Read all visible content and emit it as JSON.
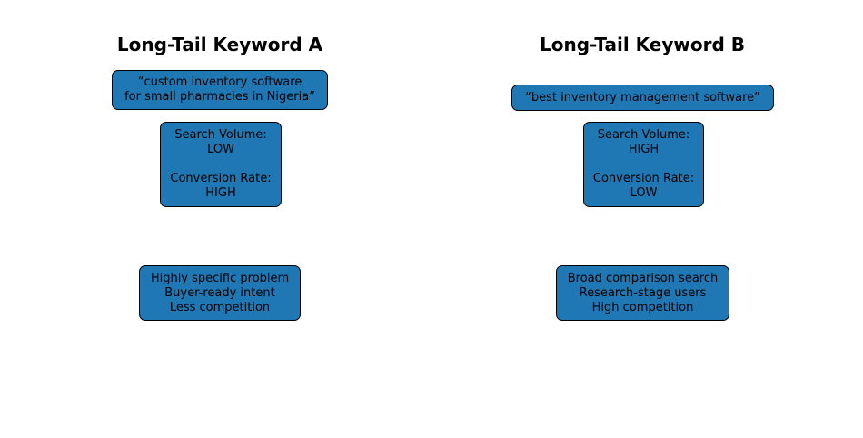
{
  "diagram": {
    "background_color": "#ffffff",
    "box_fill_color": "#1f77b4",
    "box_border_color": "#000000",
    "text_color": "#000000",
    "columns": [
      {
        "title": "Long-Tail Keyword A",
        "keyword": "“custom inventory software\nfor small pharmacies in Nigeria”",
        "metrics": "Search Volume:\nLOW\n\nConversion Rate:\nHIGH",
        "traits": "Highly specific problem\nBuyer-ready intent\nLess competition"
      },
      {
        "title": "Long-Tail Keyword B",
        "keyword": "“best inventory management software”",
        "metrics": "Search Volume:\nHIGH\n\nConversion Rate:\nLOW",
        "traits": "Broad comparison search\nResearch-stage users\nHigh competition"
      }
    ]
  }
}
